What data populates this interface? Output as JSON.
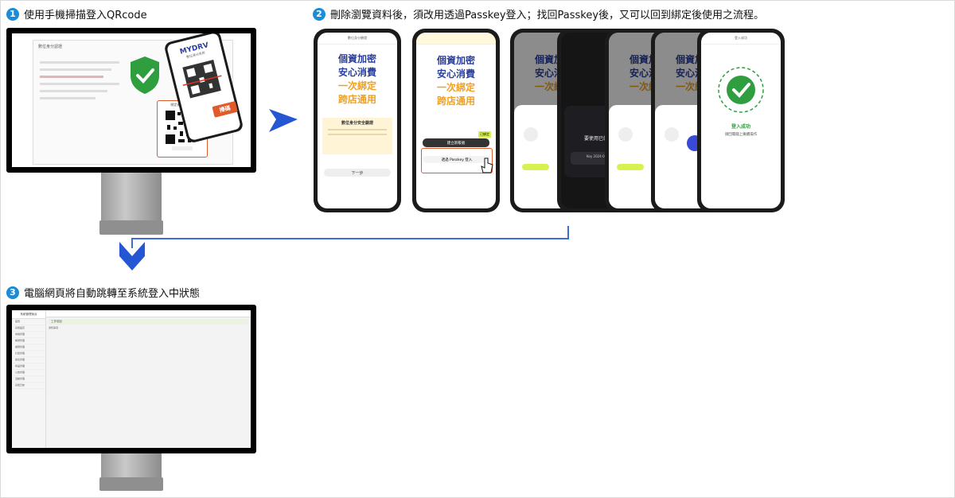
{
  "steps": {
    "s1": {
      "num": "1",
      "label": "使用手機掃描登入QRcode"
    },
    "s2": {
      "num": "2",
      "label": "刪除瀏覽資料後，須改用透過Passkey登入；找回Passkey後，又可以回到綁定後使用之流程。"
    },
    "s3": {
      "num": "3",
      "label": "電腦網頁將自動跳轉至系統登入中狀態"
    }
  },
  "monitor1": {
    "page_title": "數位身分認證",
    "qr_label": "綁定後 裝置掃描",
    "phone_brand": "MYDRV",
    "phone_subtitle": "數位身分系統",
    "scan_badge": "掃碼"
  },
  "phones": {
    "slogan": [
      "個資加密",
      "安心消費",
      "一次綁定",
      "跨店通用"
    ],
    "p1_header": "數位身分驗證",
    "p1_box_title": "數位身分安全驗證",
    "p1_next": "下一步",
    "p2_btn_bind": "建立新帳號",
    "p2_btn_passkey": "透過 Passkey 登入",
    "p2_badge": "已綁定",
    "p4_dialog": "要使用已儲存的",
    "p4_key": "Key 2024-07",
    "p7_header": "登入成功",
    "p7_title": "登入成功",
    "p7_sub": "請回電腦上繼續操作"
  },
  "monitor3": {
    "sidebar_title": "系統管理後台",
    "tab": "工作項目",
    "item": "通知事項",
    "menu_items": [
      "首頁",
      "系統設定",
      "會員管理",
      "帳號管理",
      "權限管理",
      "訂單管理",
      "報表管理",
      "商品管理",
      "公告管理",
      "活動管理",
      "系統日誌"
    ]
  },
  "colors": {
    "accent": "#1a8cd8",
    "arrow": "#2557d4",
    "connector": "#3b6fd6",
    "navy": "#2a3f9e",
    "orange": "#f0a020",
    "success": "#2e9e3e"
  }
}
